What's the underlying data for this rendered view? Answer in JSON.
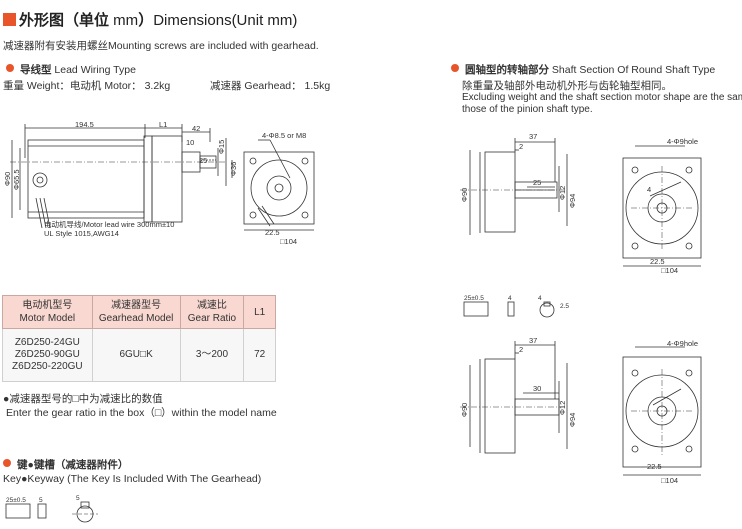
{
  "title": {
    "cn_bold": "外形图（单位",
    "unit": " mm",
    "cn_close": "）",
    "en": "Dimensions(Unit mm)"
  },
  "note_screws": "减速器附有安装用螺丝Mounting screws are included with gearhead.",
  "lead_wire": {
    "cn": "导线型",
    "en": " Lead Wiring Type",
    "weight_motor": "重量 Weight：电动机 Motor： 3.2kg",
    "weight_gearhead": "减速器 Gearhead： 1.5kg"
  },
  "round_shaft": {
    "cn": "圆轴型的转轴部分",
    "en": " Shaft Section Of Round Shaft Type",
    "desc_cn": "除重量及轴部外电动机外形与齿轮轴型相同。",
    "desc_en_1": "Excluding weight and the shaft section motor shape are the same as",
    "desc_en_2": "those of the pinion shaft type."
  },
  "drawing_main": {
    "dim_194_5": "194.5",
    "dim_l1": "L1",
    "dim_42": "42",
    "dim_10": "10",
    "dim_25": "25",
    "dim_phi90": "Φ90",
    "dim_phi65_5": "Φ65.5",
    "dim_phi36": "Φ36",
    "dim_phi15": "Φ15",
    "hole_label": "4-Φ8.5 or M8",
    "dim_22_5": "22.5",
    "dim_104": "□104",
    "wire_label_1": "电动机导线/Motor lead wire 300mm±10",
    "wire_label_2": "UL Style 1015,AWG14"
  },
  "drawing_round1": {
    "dim_37": "37",
    "dim_2": "2",
    "dim_25": "25",
    "dim_phi90": "Φ90",
    "dim_phi12": "Φ12",
    "dim_phi94": "Φ94",
    "hole_label": "4-Φ9hole",
    "dim_4": "4",
    "dim_22_5": "22.5",
    "dim_104": "□104"
  },
  "drawing_round2": {
    "dim_37": "37",
    "dim_2": "2",
    "dim_30": "30",
    "dim_phi90": "Φ90",
    "dim_phi12": "Φ12",
    "dim_phi94": "Φ94",
    "hole_label": "4-Φ9hole",
    "dim_22_5": "22.5",
    "dim_104": "□104"
  },
  "key_small_1": {
    "dim_25": "25±0.5",
    "dim_4": "4",
    "dim_4b": "4",
    "dim_2_5": "2.5"
  },
  "table": {
    "headers": [
      [
        "电动机型号",
        "Motor Model"
      ],
      [
        "减速器型号",
        "Gearhead Model"
      ],
      [
        "减速比",
        "Gear Ratio"
      ],
      [
        "L1",
        ""
      ]
    ],
    "models": [
      "Z6D250-24GU",
      "Z6D250-90GU",
      "Z6D250-220GU"
    ],
    "gearhead": "6GU□K",
    "ratio": "3～200",
    "l1": "72"
  },
  "gear_note_cn": "●减速器型号的□中为减速比的数值",
  "gear_note_en": "Enter the gear ratio in the box（□）within the model name",
  "key": {
    "title_cn": "键●键槽（减速器附件）",
    "title_en": "Key●Keyway (The Key Is Included  With The Gearhead)",
    "dim_25": "25±0.5",
    "dim_5": "5",
    "dim_5b": "5"
  },
  "colors": {
    "accent": "#e8552a",
    "header_bg": "#f8d8d0",
    "line": "#333333"
  }
}
